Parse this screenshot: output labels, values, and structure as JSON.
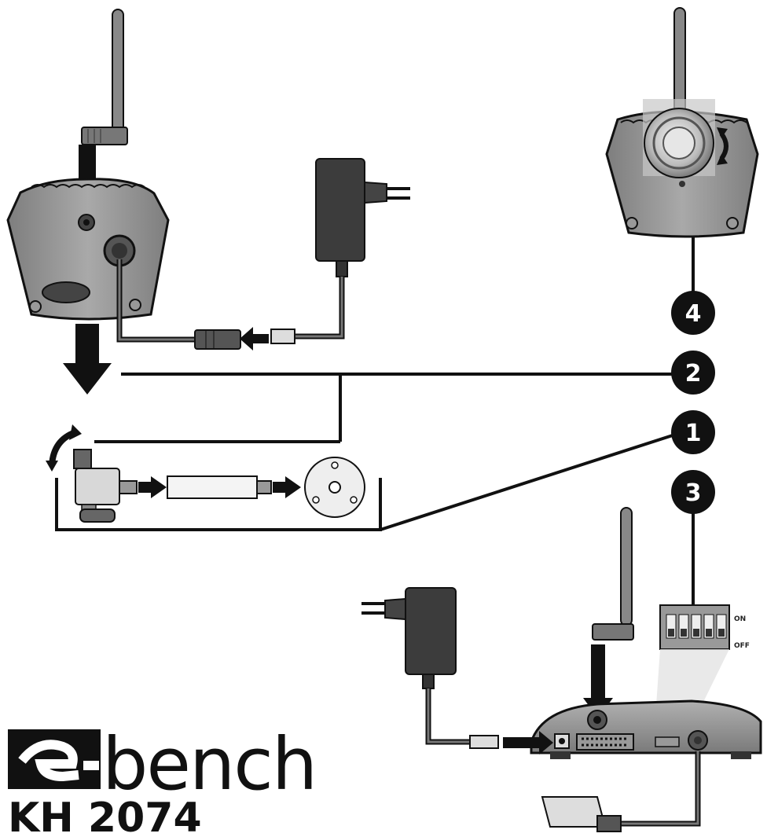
{
  "callouts": {
    "c1": "1",
    "c2": "2",
    "c3": "3",
    "c4": "4"
  },
  "dip_switch": {
    "on_label": "ON",
    "off_label": "OFF"
  },
  "brand": {
    "name": "bench",
    "model": "KH 2074"
  },
  "colors": {
    "ink": "#111111",
    "device_gray": "#8c8c8c",
    "light_gray": "#d8d8d8",
    "callout_bg": "#111111"
  }
}
